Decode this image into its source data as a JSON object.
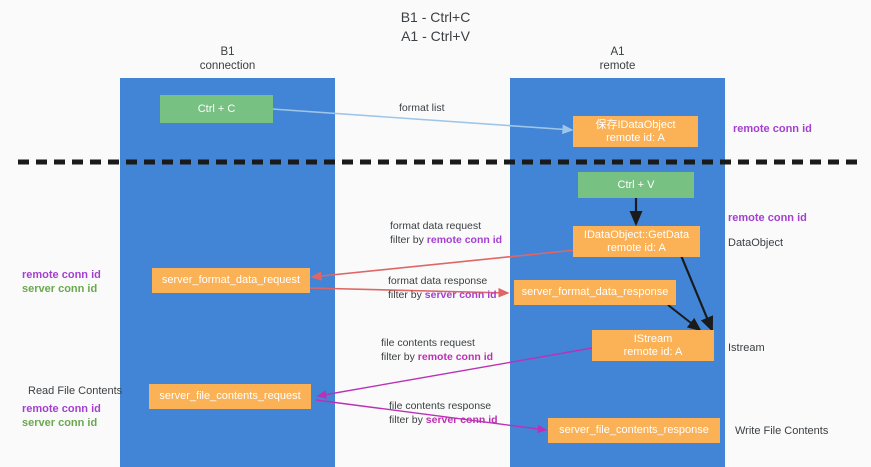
{
  "title": "B1 - Ctrl+C\nA1 - Ctrl+V",
  "lanes": [
    {
      "id": "b1",
      "name": "B1",
      "sub": "connection"
    },
    {
      "id": "a1",
      "name": "A1",
      "sub": "remote"
    }
  ],
  "boxes": {
    "ctrl_c": {
      "line1": "Ctrl + C",
      "line2": ""
    },
    "save_dataobject": {
      "line1": "保存IDataObject",
      "line2": "remote id: A"
    },
    "ctrl_v": {
      "line1": "Ctrl + V",
      "line2": ""
    },
    "getdata": {
      "line1": "IDataObject::GetData",
      "line2": "remote id: A"
    },
    "server_format_data_request": {
      "line1": "server_format_data_request",
      "line2": ""
    },
    "server_format_data_response": {
      "line1": "server_format_data_response",
      "line2": ""
    },
    "istream": {
      "line1": "IStream",
      "line2": "remote id: A"
    },
    "server_file_contents_request": {
      "line1": "server_file_contents_request",
      "line2": ""
    },
    "server_file_contents_response": {
      "line1": "server_file_contents_response",
      "line2": ""
    }
  },
  "edge_labels": {
    "format_list": {
      "text": "format list",
      "filter_prefix": "",
      "filter_key": ""
    },
    "format_data_request": {
      "text": "format data request",
      "filter_prefix": "filter by ",
      "filter_key": "remote conn id"
    },
    "format_data_response": {
      "text": "format data response",
      "filter_prefix": "filter by ",
      "filter_key": "server conn id"
    },
    "file_contents_request": {
      "text": "file contents request",
      "filter_prefix": "filter by ",
      "filter_key": "remote conn id"
    },
    "file_contents_response": {
      "text": "file contents response",
      "filter_prefix": "filter by ",
      "filter_key": "server conn id"
    }
  },
  "right_annotations": {
    "remote_conn_id_top": "remote conn id",
    "remote_conn_id_mid": "remote conn id",
    "dataobject": "DataObject",
    "istream": "Istream",
    "write_file_contents": "Write File Contents"
  },
  "left_annotations": {
    "mid_remote": "remote conn id",
    "mid_server": "server conn id",
    "read_file_contents": "Read File Contents",
    "low_remote": "remote conn id",
    "low_server": "server conn id"
  },
  "colors": {
    "lane": "#4285d6",
    "green_box": "#77c282",
    "orange_box": "#fbb155",
    "purple": "#a43fd0",
    "green_text": "#6aa84f",
    "magenta": "#bb31b5",
    "red_arrow": "#e06666",
    "blue_arrow": "#9fc5e8",
    "black": "#1a1a1a",
    "background": "#fafafa"
  }
}
